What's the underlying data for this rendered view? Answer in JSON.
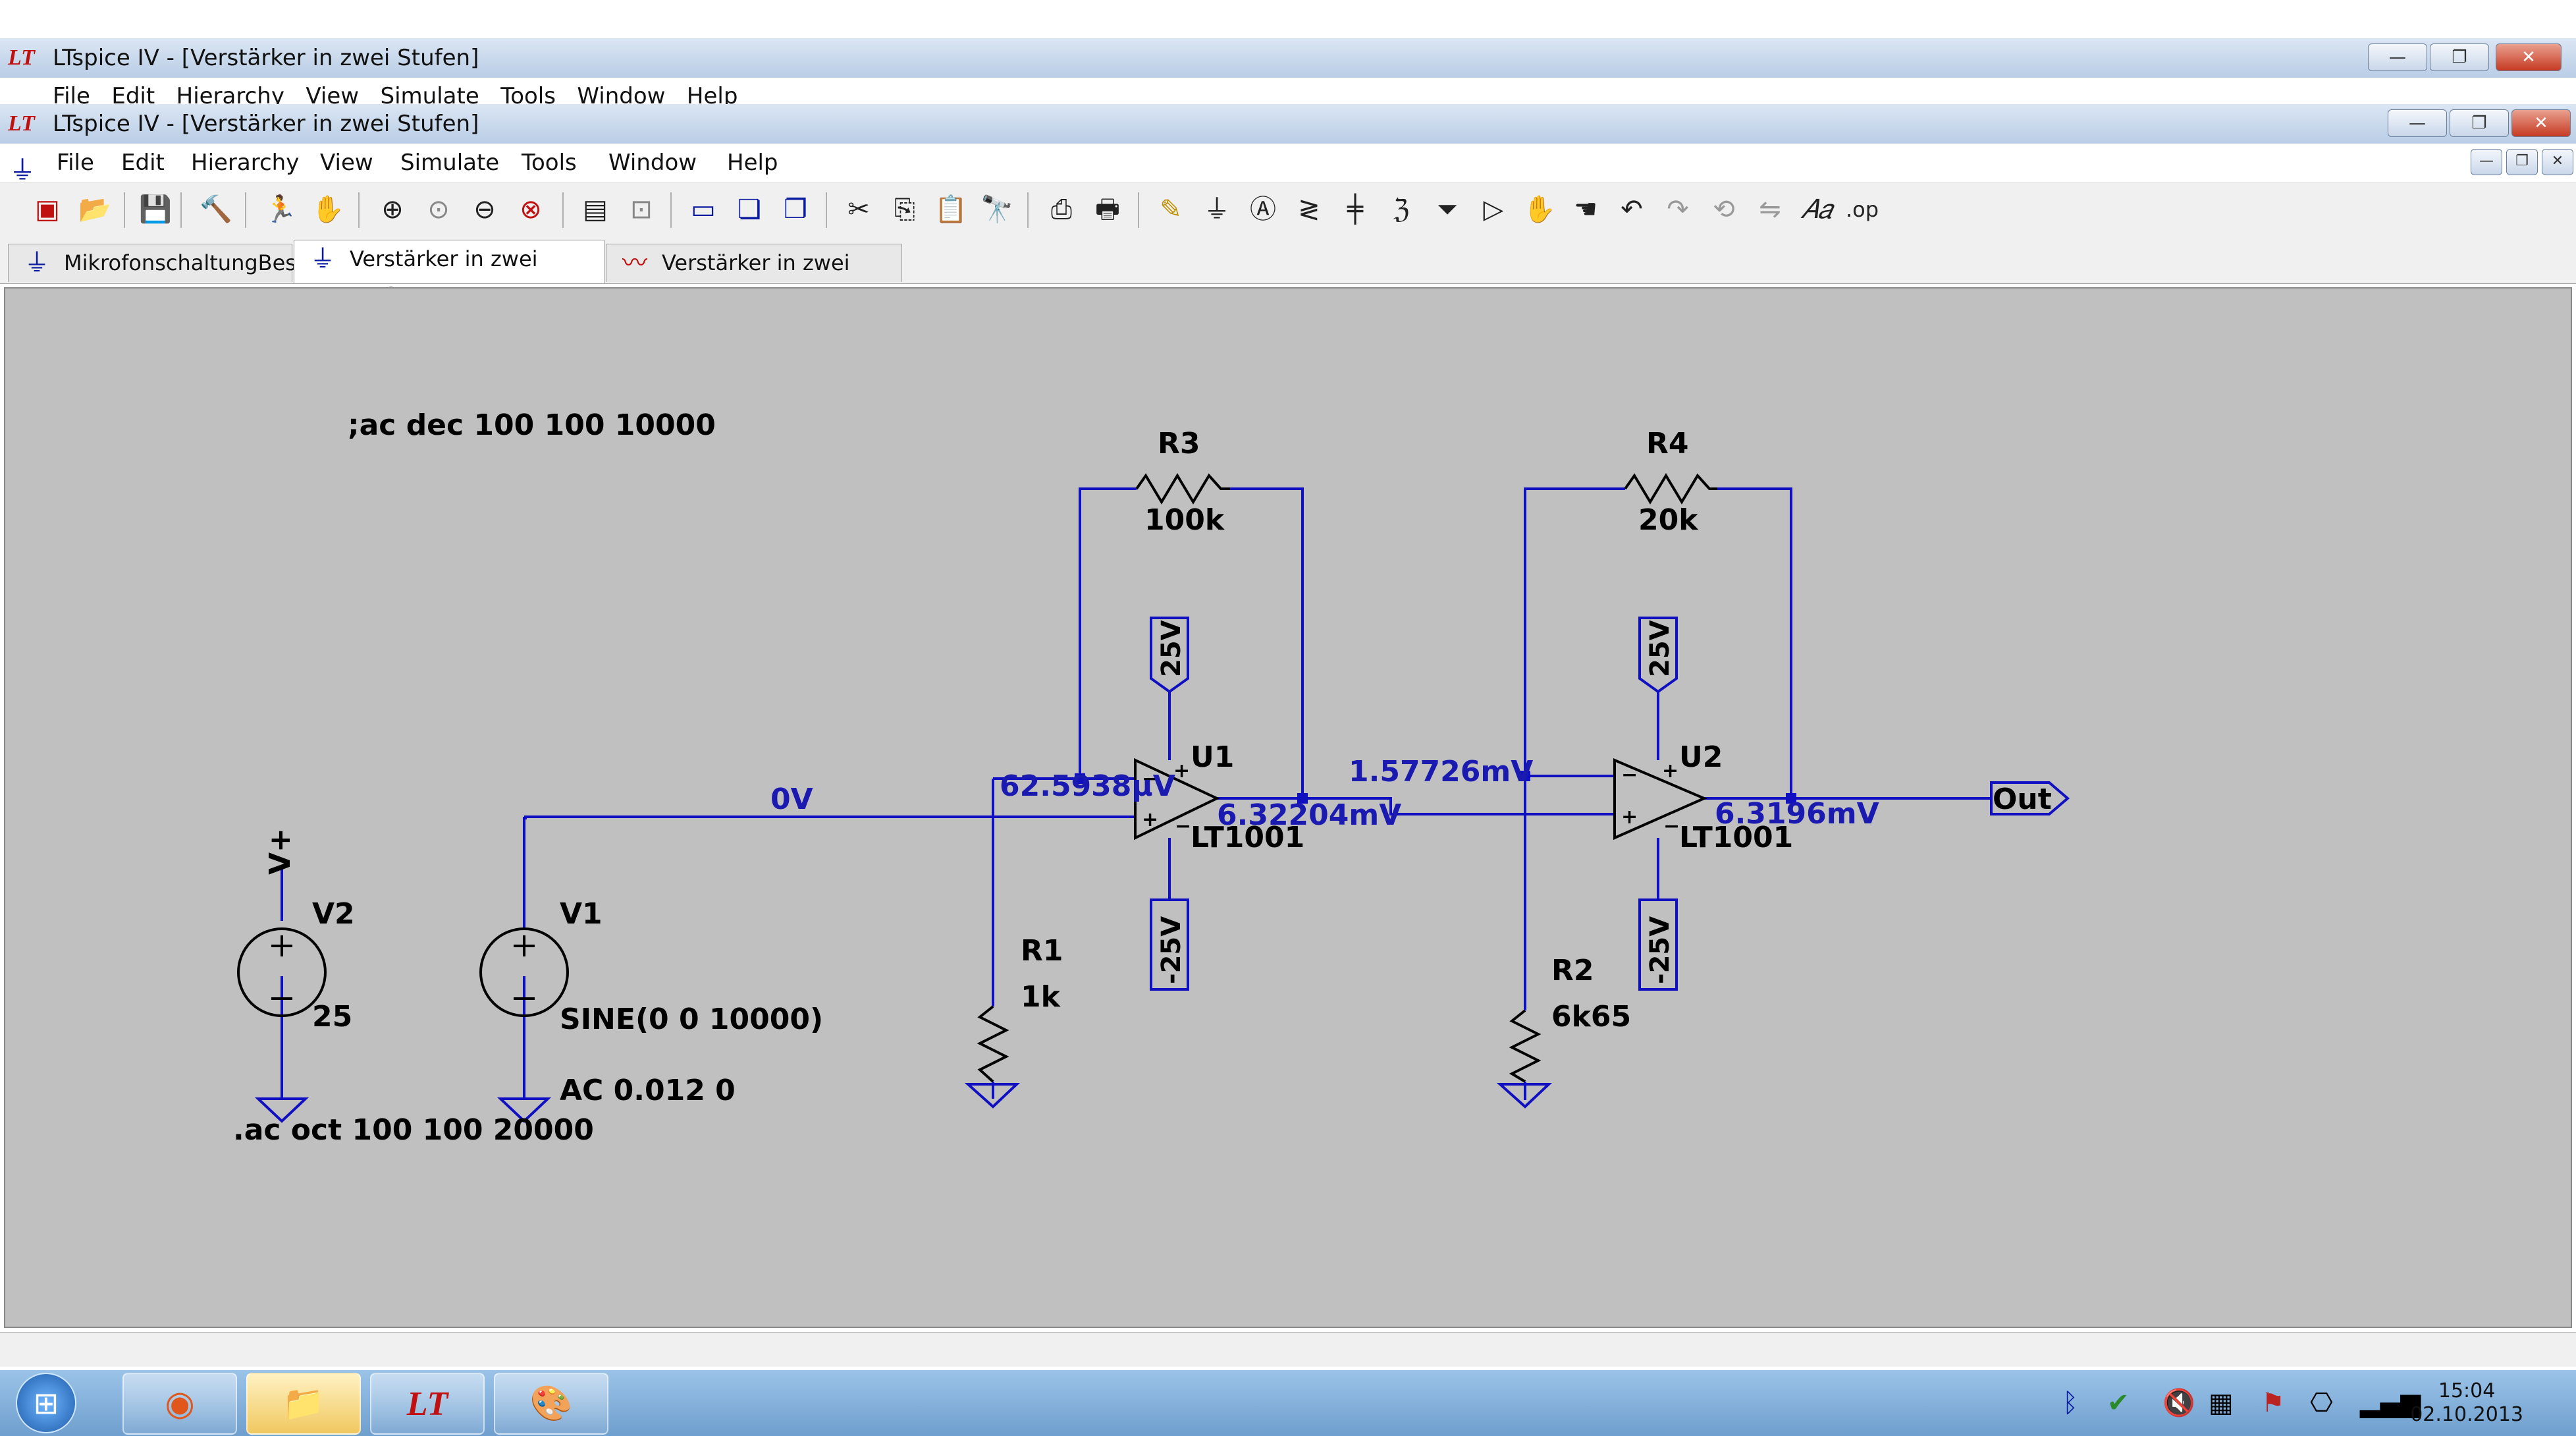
{
  "app": {
    "outer_title": "LTspice IV - [Verstärker in zwei Stufen]",
    "inner_title": "LTspice IV - [Verstärker in zwei Stufen]",
    "logo": "LT"
  },
  "menu": [
    {
      "label": "File"
    },
    {
      "label": "Edit"
    },
    {
      "label": "Hierarchy"
    },
    {
      "label": "View"
    },
    {
      "label": "Simulate"
    },
    {
      "label": "Tools"
    },
    {
      "label": "Window"
    },
    {
      "label": "Help"
    }
  ],
  "toolbar_icons": [
    "new-schematic-icon",
    "open-icon",
    "save-icon",
    "control-panel-icon",
    "run-icon",
    "halt-icon",
    "zoom-in-icon",
    "zoom-area-icon",
    "zoom-out-icon",
    "zoom-cancel-icon",
    "autorange-icon",
    "zoom-fit-icon",
    "tile-horizontal-icon",
    "cascade-icon",
    "close-all-icon",
    "cut-icon",
    "copy-icon",
    "paste-icon",
    "find-icon",
    "print-preview-icon",
    "print-icon",
    "draw-wire-icon",
    "ground-icon",
    "label-net-icon",
    "resistor-icon",
    "capacitor-icon",
    "inductor-icon",
    "diode-icon",
    "component-icon",
    "move-icon",
    "drag-icon",
    "undo-icon",
    "redo-icon",
    "rotate-icon",
    "mirror-icon",
    "text-icon",
    "spice-directive-icon"
  ],
  "tabs": [
    {
      "label": "MikrofonschaltungBest",
      "icon": "schematic-icon",
      "active": false
    },
    {
      "label": "Verstärker in zwei Stufen",
      "icon": "schematic-icon",
      "active": true
    },
    {
      "label": "Verstärker in zwei Stufen",
      "icon": "waveform-icon",
      "active": false
    }
  ],
  "schematic": {
    "directive_comment": ";ac dec 100 100 10000",
    "directive_ac": ".ac oct 100 100 20000",
    "components": {
      "R3": {
        "name": "R3",
        "value": "100k"
      },
      "R4": {
        "name": "R4",
        "value": "20k"
      },
      "R1": {
        "name": "R1",
        "value": "1k"
      },
      "R2": {
        "name": "R2",
        "value": "6k65"
      },
      "U1": {
        "name": "U1",
        "model": "LT1001"
      },
      "U2": {
        "name": "U2",
        "model": "LT1001"
      },
      "V1": {
        "name": "V1",
        "value": "SINE(0 0 10000)",
        "ac": "AC 0.012 0"
      },
      "V2": {
        "name": "V2",
        "value": "25",
        "net": "V+"
      }
    },
    "supply_labels": {
      "u1_pos": "25V",
      "u1_neg": "-25V",
      "u2_pos": "25V",
      "u2_neg": "-25V"
    },
    "net_labels": {
      "input": "0V",
      "u1_inverting": "62.5938µV",
      "u1_out": "6.32204mV",
      "u2_inverting": "1.57726mV",
      "u2_out": "6.3196mV",
      "output_port": "Out"
    },
    "opamp_pins": {
      "minus": "−",
      "plus": "+"
    }
  },
  "taskbar": {
    "clock_time": "15:04",
    "clock_date": "02.10.2013"
  },
  "colors": {
    "wire": "#1010c0",
    "canvas": "#c0c0c0",
    "label": "#000000",
    "net_value": "#1a1ab0"
  }
}
